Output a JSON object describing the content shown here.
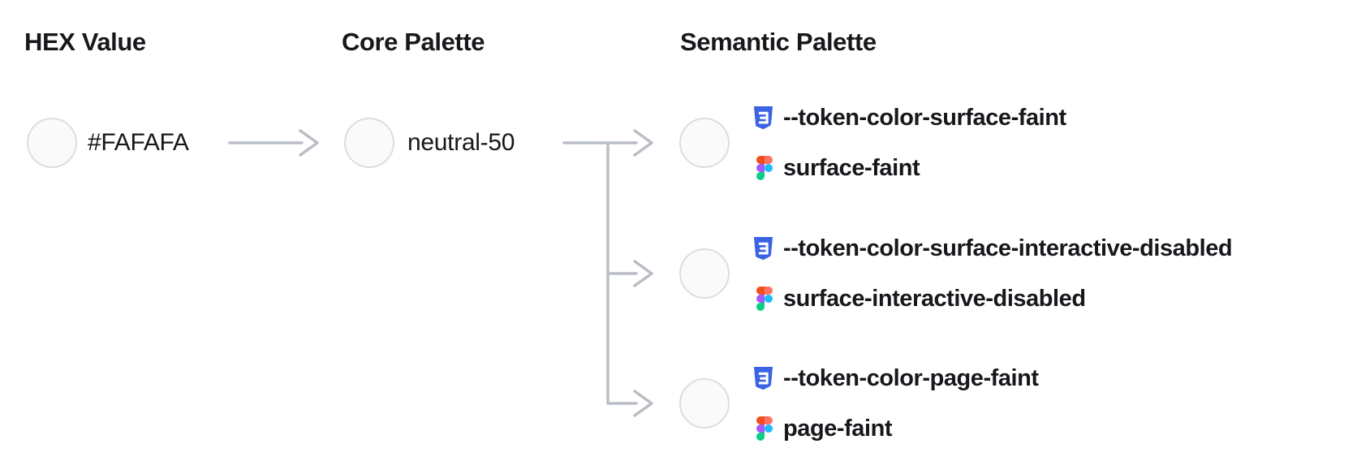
{
  "diagram": {
    "columns": {
      "hex": "HEX Value",
      "core": "Core Palette",
      "semantic": "Semantic Palette"
    },
    "hex": {
      "value": "#FAFAFA"
    },
    "core": {
      "name": "neutral-50"
    },
    "semantic_tokens": [
      {
        "css_var": "--token-color-surface-faint",
        "figma_name": "surface-faint"
      },
      {
        "css_var": "--token-color-surface-interactive-disabled",
        "figma_name": "surface-interactive-disabled"
      },
      {
        "css_var": "--token-color-page-faint",
        "figma_name": "page-faint"
      }
    ],
    "icons": {
      "css": "css-shield-icon",
      "figma": "figma-logo-icon"
    }
  },
  "colors": {
    "background": "#FFFFFF",
    "text": "#17181C",
    "line": "#B9BDC5",
    "swatch_fill": "#FAFAFA",
    "swatch_border": "#DCDDE2",
    "css_blue": "#3B63E4",
    "figma_orange": "#F24E1E",
    "figma_salmon": "#FF7262",
    "figma_purple": "#A259FF",
    "figma_blue": "#1ABCFE",
    "figma_green": "#0ACF83"
  }
}
